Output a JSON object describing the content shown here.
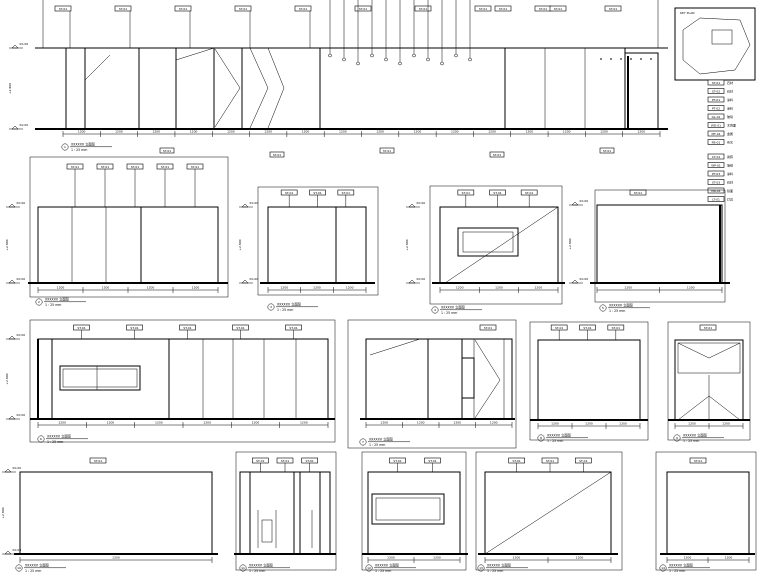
{
  "drawing": {
    "elevations": [
      {
        "id": "e1",
        "caption": "XXXXXX 立面图",
        "scale": "1 : 25 mm",
        "callout": "1"
      },
      {
        "id": "e2",
        "caption": "XXXXXX 立面图",
        "scale": "1 : 25 mm",
        "callout": "2"
      },
      {
        "id": "e3",
        "caption": "XXXXXX 立面图",
        "scale": "1 : 25 mm",
        "callout": "3"
      },
      {
        "id": "e4",
        "caption": "XXXXXX 立面图",
        "scale": "1 : 25 mm",
        "callout": "4"
      },
      {
        "id": "e5",
        "caption": "XXXXXX 立面图",
        "scale": "1 : 25 mm",
        "callout": "5"
      },
      {
        "id": "e6",
        "caption": "XXXXXX 立面图",
        "scale": "1 : 25 mm",
        "callout": "6"
      },
      {
        "id": "e7",
        "caption": "XXXXXX 立面图",
        "scale": "1 : 25 mm",
        "callout": "7"
      },
      {
        "id": "e8",
        "caption": "XXXXXX 立面图",
        "scale": "1 : 25 mm",
        "callout": "8"
      },
      {
        "id": "e9",
        "caption": "XXXXXX 立面图",
        "scale": "1 : 25 mm",
        "callout": "9"
      },
      {
        "id": "e10",
        "caption": "XXXXXX 立面图",
        "scale": "1 : 25 mm",
        "callout": "10"
      },
      {
        "id": "e11",
        "caption": "XXXXXX 立面图",
        "scale": "1 : 25 mm",
        "callout": "11"
      },
      {
        "id": "e12",
        "caption": "XXXXXX 立面图",
        "scale": "1 : 25 mm",
        "callout": "12"
      },
      {
        "id": "e13",
        "caption": "XXXXXX 立面图",
        "scale": "1 : 25 mm",
        "callout": "13"
      },
      {
        "id": "e14",
        "caption": "XXXXXX 立面图",
        "scale": "1 : 25 mm",
        "callout": "14"
      }
    ],
    "material_tag": "ST-01",
    "level_mark": "±0.00",
    "height_mark": "+2.800",
    "dim_value": "1200",
    "legend": {
      "codes": [
        "ST-01",
        "ST-02",
        "PT-01",
        "PT-02",
        "GL-01",
        "WD-01",
        "MT-01",
        "FB-01",
        "CT-01",
        "WP-01",
        "PT-03",
        "ST-03",
        "MR-01",
        "LT-01"
      ],
      "descs": [
        "石材",
        "石材",
        "涂料",
        "涂料",
        "玻璃",
        "木饰面",
        "金属",
        "布艺",
        "瓷砖",
        "墙纸",
        "涂料",
        "石材",
        "镜面",
        "灯具"
      ]
    },
    "key_plan_label": "KEY PLAN"
  }
}
